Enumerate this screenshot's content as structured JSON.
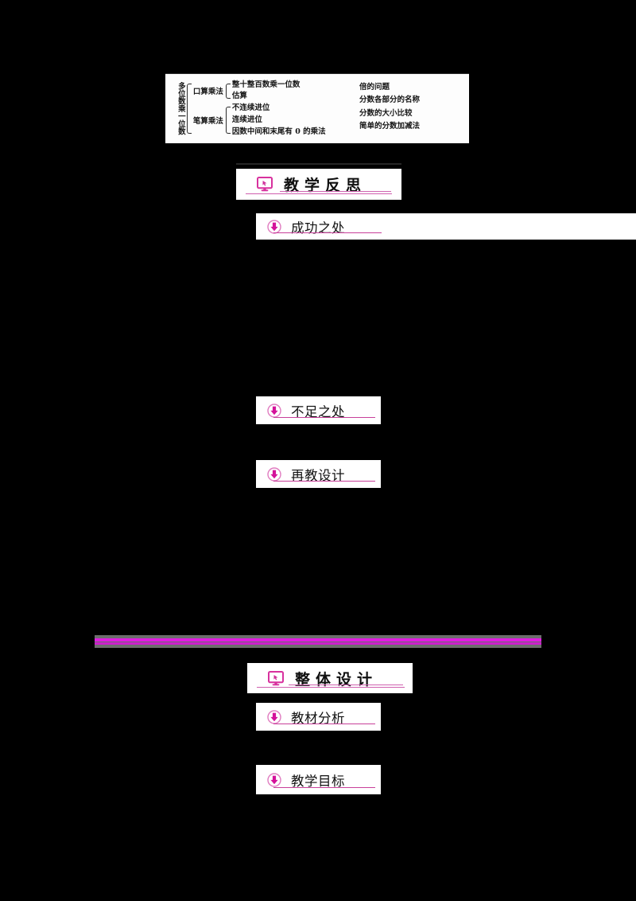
{
  "document": {
    "background_color": "#000000",
    "accent_color": "#c8409a",
    "divider_color": "#e21ce2",
    "divider_band_color": "#6d6d6d"
  },
  "knowledge_map": {
    "root_label": "多位数乘一位数",
    "branches": [
      {
        "name": "口算乘法",
        "leaves": [
          "整十整百数乘一位数",
          "估算"
        ]
      },
      {
        "name": "笔算乘法",
        "leaves": [
          "不连续进位",
          "连续进位",
          "因数中间和末尾有 0 的乘法"
        ]
      }
    ],
    "right_column": [
      "倍的问题",
      "分数各部分的名称",
      "分数的大小比较",
      "简单的分数加减法"
    ]
  },
  "sections": [
    {
      "id": "teaching-reflection",
      "icon": "monitor-icon",
      "title": "教学反思",
      "items": [
        {
          "icon": "down-arrow-circle-icon",
          "title": "成功之处"
        },
        {
          "icon": "down-arrow-circle-icon",
          "title": "不足之处"
        },
        {
          "icon": "down-arrow-circle-icon",
          "title": "再教设计"
        }
      ]
    },
    {
      "id": "overall-design",
      "icon": "monitor-icon",
      "title": "整体设计",
      "items": [
        {
          "icon": "down-arrow-circle-icon",
          "title": "教材分析"
        },
        {
          "icon": "down-arrow-circle-icon",
          "title": "教学目标"
        }
      ]
    }
  ]
}
